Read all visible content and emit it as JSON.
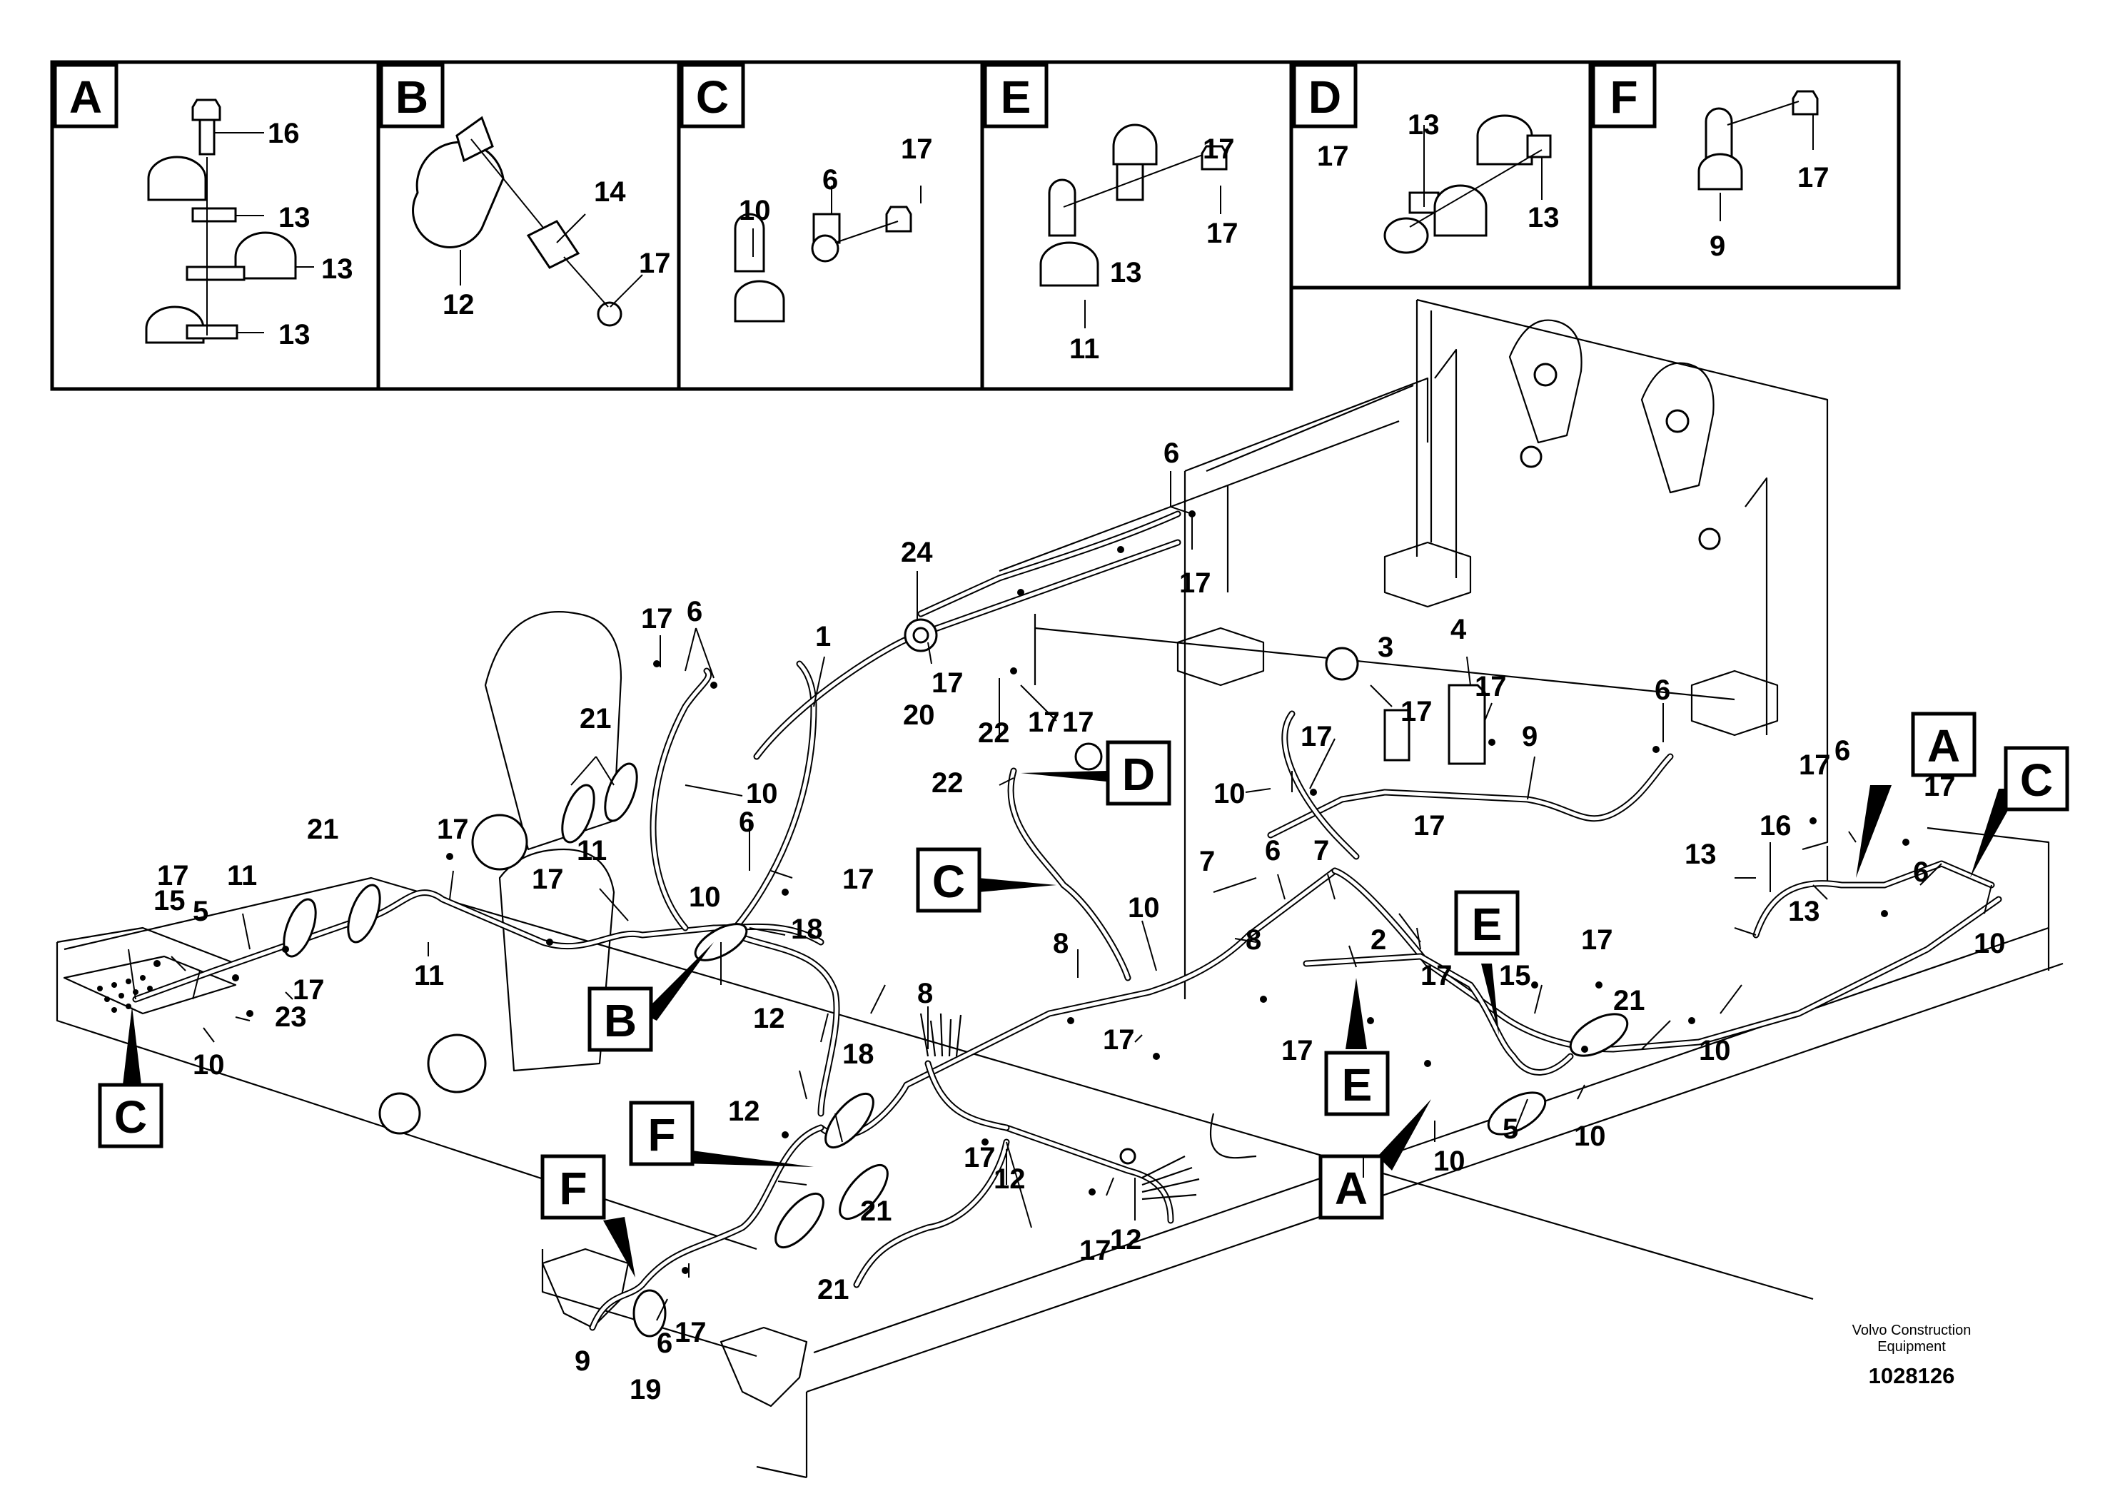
{
  "detail_panels": [
    {
      "letter": "A",
      "callouts": [
        "16",
        "13",
        "13",
        "13"
      ]
    },
    {
      "letter": "B",
      "callouts": [
        "14",
        "17",
        "12"
      ]
    },
    {
      "letter": "C",
      "callouts": [
        "17",
        "6",
        "10"
      ]
    },
    {
      "letter": "E",
      "callouts": [
        "17",
        "13",
        "17",
        "11"
      ]
    },
    {
      "letter": "D",
      "callouts": [
        "13",
        "17",
        "13"
      ]
    },
    {
      "letter": "F",
      "callouts": [
        "17",
        "9"
      ]
    }
  ],
  "view_flags": [
    "A",
    "C",
    "D",
    "C",
    "B",
    "C",
    "E",
    "E",
    "A",
    "F",
    "F"
  ],
  "callouts": [
    "6",
    "17",
    "24",
    "17",
    "17",
    "6",
    "1",
    "20",
    "17",
    "22",
    "17",
    "3",
    "4",
    "17",
    "17",
    "6",
    "9",
    "21",
    "10",
    "22",
    "D",
    "17",
    "10",
    "17",
    "21",
    "17",
    "17",
    "11",
    "6",
    "17",
    "11",
    "17",
    "10",
    "18",
    "7",
    "6",
    "7",
    "17",
    "2",
    "8",
    "17",
    "10",
    "15",
    "5",
    "11",
    "17",
    "17",
    "8",
    "10",
    "17",
    "23",
    "10",
    "12",
    "17",
    "8",
    "17",
    "12",
    "18",
    "17",
    "12",
    "17",
    "12",
    "21",
    "9",
    "6",
    "17",
    "19",
    "16",
    "13",
    "13",
    "17",
    "6",
    "17",
    "6",
    "10",
    "15",
    "17",
    "21",
    "10",
    "17",
    "10",
    "10",
    "5",
    "21"
  ],
  "credit": {
    "line1": "Volvo Construction",
    "line2": "Equipment",
    "code": "1028126"
  }
}
